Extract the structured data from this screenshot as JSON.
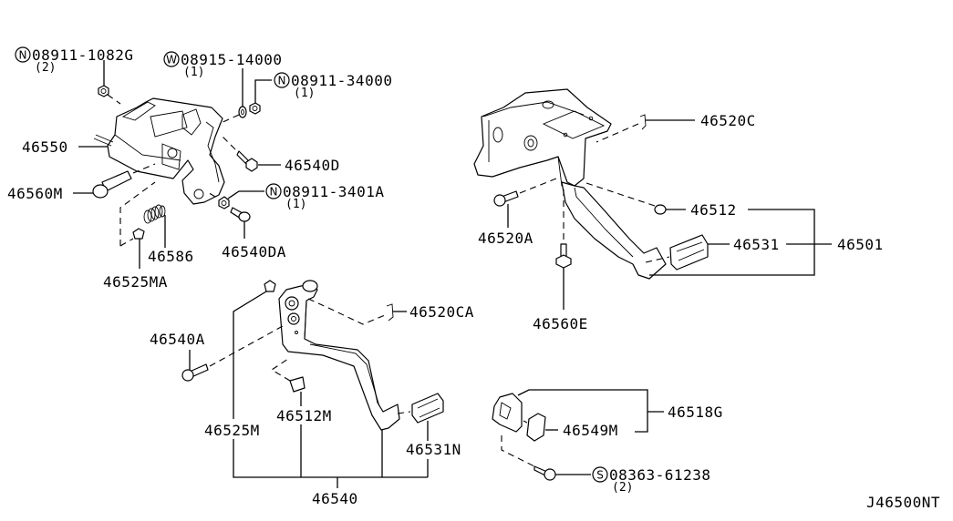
{
  "diagram": {
    "code": "J46500NT",
    "callouts": {
      "n_08911_1082G": {
        "prefix": "N",
        "part": "08911-1082G",
        "qty": "(2)"
      },
      "w_08915_14000": {
        "prefix": "W",
        "part": "08915-14000",
        "qty": "(1)"
      },
      "n_08911_34000": {
        "prefix": "N",
        "part": "08911-34000",
        "qty": "(1)"
      },
      "n_08911_3401A": {
        "prefix": "N",
        "part": "08911-3401A",
        "qty": "(1)"
      },
      "s_08363_61238": {
        "prefix": "S",
        "part": "08363-61238",
        "qty": "(2)"
      }
    },
    "labels": {
      "p46550": "46550",
      "p46540D": "46540D",
      "p46560M": "46560M",
      "p46586": "46586",
      "p46540DA": "46540DA",
      "p46525MA": "46525MA",
      "p46520C": "46520C",
      "p46512": "46512",
      "p46520A": "46520A",
      "p46531": "46531",
      "p46501": "46501",
      "p46560E": "46560E",
      "p46520CA": "46520CA",
      "p46540A": "46540A",
      "p46525M": "46525M",
      "p46512M": "46512M",
      "p46531N": "46531N",
      "p46540": "46540",
      "p46518G": "46518G",
      "p46549M": "46549M"
    }
  }
}
